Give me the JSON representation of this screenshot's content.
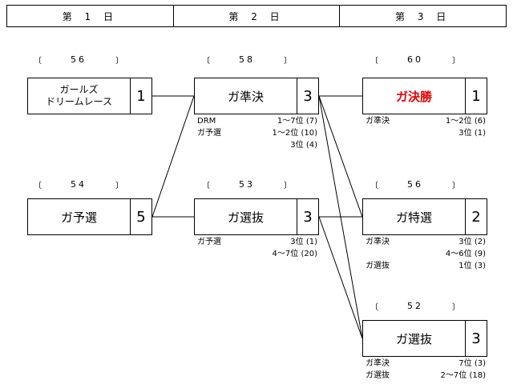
{
  "days": [
    "第 1 日",
    "第 2 日",
    "第 3 日"
  ],
  "races": [
    {
      "id": "d1-girls-dream",
      "number": "56",
      "name": "ガールズ\nドリームレース",
      "count": "1",
      "red": false
    },
    {
      "id": "d1-g-yosen",
      "number": "54",
      "name": "ガ予選",
      "count": "5",
      "red": false
    },
    {
      "id": "d2-g-junketsu",
      "number": "58",
      "name": "ガ準決",
      "count": "3",
      "red": false
    },
    {
      "id": "d2-g-senbatsu",
      "number": "53",
      "name": "ガ選抜",
      "count": "3",
      "red": false
    },
    {
      "id": "d3-g-kessho",
      "number": "60",
      "name": "ガ決勝",
      "count": "1",
      "red": true
    },
    {
      "id": "d3-g-tokusen",
      "number": "56",
      "name": "ガ特選",
      "count": "2",
      "red": false
    },
    {
      "id": "d3-g-senbatsu",
      "number": "52",
      "name": "ガ選抜",
      "count": "3",
      "red": false
    }
  ],
  "bracket_open": "〔",
  "bracket_close": "〕",
  "qualifiers": {
    "d2-g-junketsu": [
      {
        "from": "DRM",
        "range": "1～7位",
        "count": "(7)"
      },
      {
        "from": "ガ予選",
        "range": "1～2位",
        "count": "(10)"
      },
      {
        "from": "",
        "range": "3位",
        "count": "(4)"
      }
    ],
    "d2-g-senbatsu": [
      {
        "from": "ガ予選",
        "range": "3位",
        "count": "(1)"
      },
      {
        "from": "",
        "range": "4～7位",
        "count": "(20)"
      }
    ],
    "d3-g-kessho": [
      {
        "from": "ガ準決",
        "range": "1～2位",
        "count": "(6)"
      },
      {
        "from": "",
        "range": "3位",
        "count": "(1)"
      }
    ],
    "d3-g-tokusen": [
      {
        "from": "ガ準決",
        "range": "3位",
        "count": "(2)"
      },
      {
        "from": "",
        "range": "4～6位",
        "count": "(9)"
      },
      {
        "from": "ガ選抜",
        "range": "1位",
        "count": "(3)"
      }
    ],
    "d3-g-senbatsu": [
      {
        "from": "ガ準決",
        "range": "7位",
        "count": "(3)"
      },
      {
        "from": "ガ選抜",
        "range": "2～7位",
        "count": "(18)"
      }
    ]
  }
}
